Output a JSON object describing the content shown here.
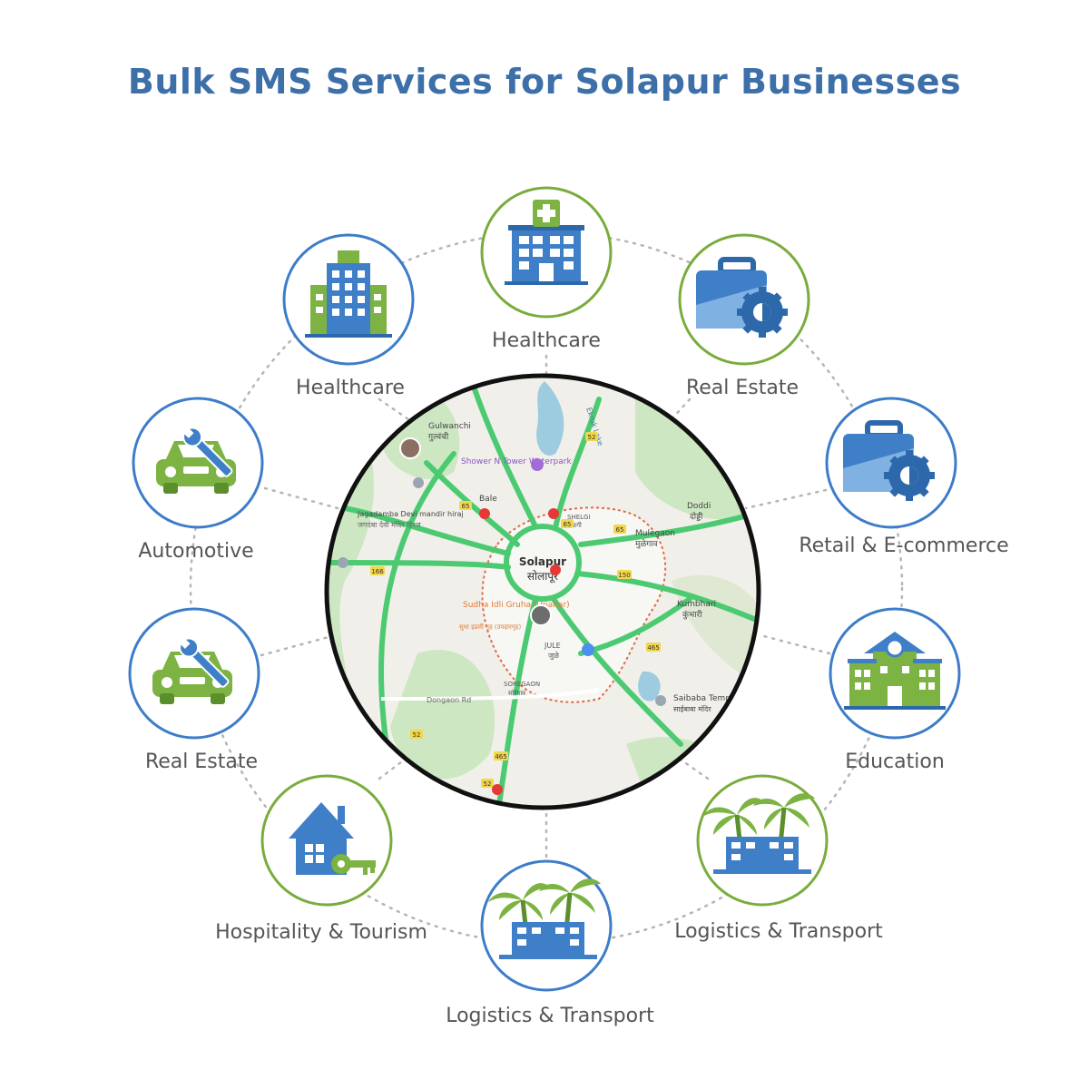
{
  "title": "Bulk SMS Services for Solapur Businesses",
  "colors": {
    "title": "#3d6fa8",
    "ring_blue": "#3d7cc9",
    "ring_green": "#79ac3c",
    "icon_blue": "#3f7fc8",
    "icon_green": "#7cb342",
    "connector": "#b5b5b5",
    "map_land": "#f1efe9",
    "map_green": "#cde7c3",
    "map_road": "#4cca72",
    "map_water": "#9dcbe0",
    "map_city_outline": "#e06b4a",
    "label": "#555555"
  },
  "nodes": [
    {
      "id": "top",
      "label": "Healthcare",
      "icon": "hospital-icon",
      "ring": "green"
    },
    {
      "id": "top-right",
      "label": "Real Estate",
      "icon": "briefcase-gear-icon",
      "ring": "green"
    },
    {
      "id": "right-upper",
      "label": "Retail & E-commerce",
      "icon": "briefcase-gear-icon",
      "ring": "blue"
    },
    {
      "id": "right-lower",
      "label": "Education",
      "icon": "school-icon",
      "ring": "blue"
    },
    {
      "id": "bottom-right",
      "label": "Logistics & Transport",
      "icon": "palm-building-icon",
      "ring": "green"
    },
    {
      "id": "bottom",
      "label": "Logistics & Transport",
      "icon": "palm-building-icon",
      "ring": "blue"
    },
    {
      "id": "bottom-left",
      "label": "Hospitality & Tourism",
      "icon": "house-key-icon",
      "ring": "green"
    },
    {
      "id": "left-lower",
      "label": "Real Estate",
      "icon": "car-wrench-icon",
      "ring": "blue"
    },
    {
      "id": "left-upper",
      "label": "Automotive",
      "icon": "car-wrench-icon",
      "ring": "blue"
    },
    {
      "id": "top-left",
      "label": "Healthcare",
      "icon": "office-building-icon",
      "ring": "blue"
    }
  ],
  "map": {
    "city": "Solapur",
    "city_local": "सोलापूर",
    "places": [
      {
        "name": "Gulwanchi",
        "local": "गुल्वंची"
      },
      {
        "name": "Shower N Tower Waterpark",
        "local": ""
      },
      {
        "name": "Bale",
        "local": ""
      },
      {
        "name": "Doddi",
        "local": "दोड्डी"
      },
      {
        "name": "Mulegaon",
        "local": "मुळेगाव"
      },
      {
        "name": "Jagadamba Devi mandir hiraj",
        "local": "जगदंबा देवी मंदिर हिरज"
      },
      {
        "name": "SHELGI",
        "local": "शेळगी"
      },
      {
        "name": "Kumbhari",
        "local": "कुंभारी"
      },
      {
        "name": "Sudha Idli Gruha (Upahar)",
        "local": "सुधा इडली गृह (उपहारगृह)"
      },
      {
        "name": "JULE",
        "local": "जुळे"
      },
      {
        "name": "SOREGAON",
        "local": "सोरेगाव"
      },
      {
        "name": "Saibaba Temp",
        "local": "साईबाबा मंदिर"
      },
      {
        "name": "Dongaon Rd",
        "local": ""
      },
      {
        "name": "Ekruk Lake",
        "local": ""
      }
    ],
    "road_shields": [
      "52",
      "65",
      "65",
      "65",
      "150",
      "166",
      "465",
      "52",
      "465",
      "52"
    ]
  }
}
